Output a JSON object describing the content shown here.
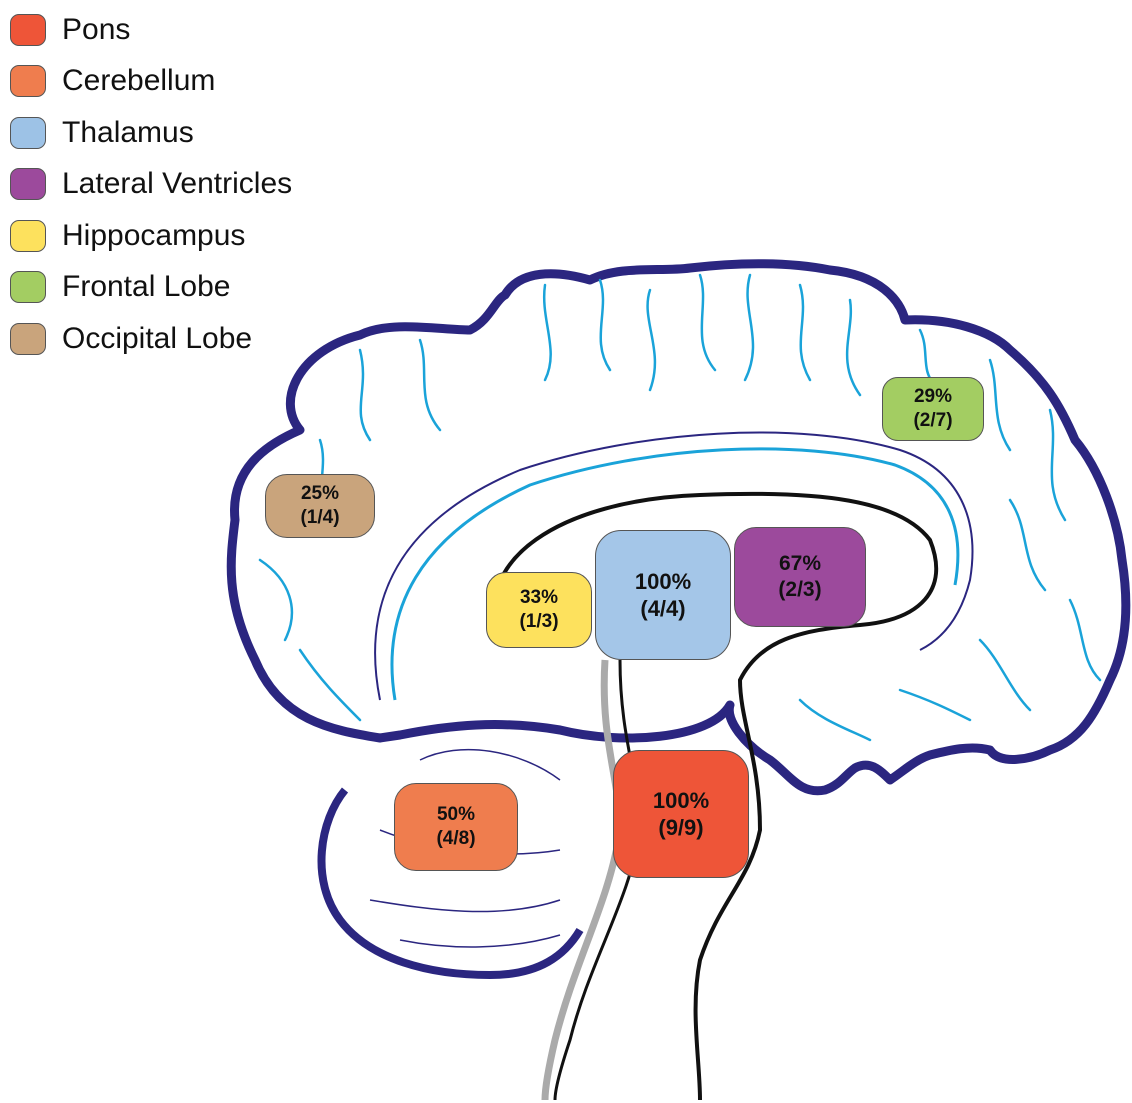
{
  "legend": {
    "items": [
      {
        "label": "Pons",
        "color": "#ee5538"
      },
      {
        "label": "Cerebellum",
        "color": "#ef7d4e"
      },
      {
        "label": "Thalamus",
        "color": "#9dc2e6"
      },
      {
        "label": "Lateral Ventricles",
        "color": "#9c4a9c"
      },
      {
        "label": "Hippocampus",
        "color": "#fde15d"
      },
      {
        "label": "Frontal Lobe",
        "color": "#a3cd62"
      },
      {
        "label": "Occipital Lobe",
        "color": "#c9a47c"
      }
    ]
  },
  "regions": [
    {
      "name": "Frontal Lobe",
      "percent": "29%",
      "fraction": "(2/7)",
      "color": "#a3cd62"
    },
    {
      "name": "Occipital Lobe",
      "percent": "25%",
      "fraction": "(1/4)",
      "color": "#c9a47c"
    },
    {
      "name": "Hippocampus",
      "percent": "33%",
      "fraction": "(1/3)",
      "color": "#fde15d"
    },
    {
      "name": "Thalamus",
      "percent": "100%",
      "fraction": "(4/4)",
      "color": "#9dc2e6"
    },
    {
      "name": "Lateral Ventricles",
      "percent": "67%",
      "fraction": "(2/3)",
      "color": "#9c4a9c"
    },
    {
      "name": "Cerebellum",
      "percent": "50%",
      "fraction": "(4/8)",
      "color": "#ef7d4e"
    },
    {
      "name": "Pons",
      "percent": "100%",
      "fraction": "(9/9)",
      "color": "#ee5538"
    }
  ]
}
